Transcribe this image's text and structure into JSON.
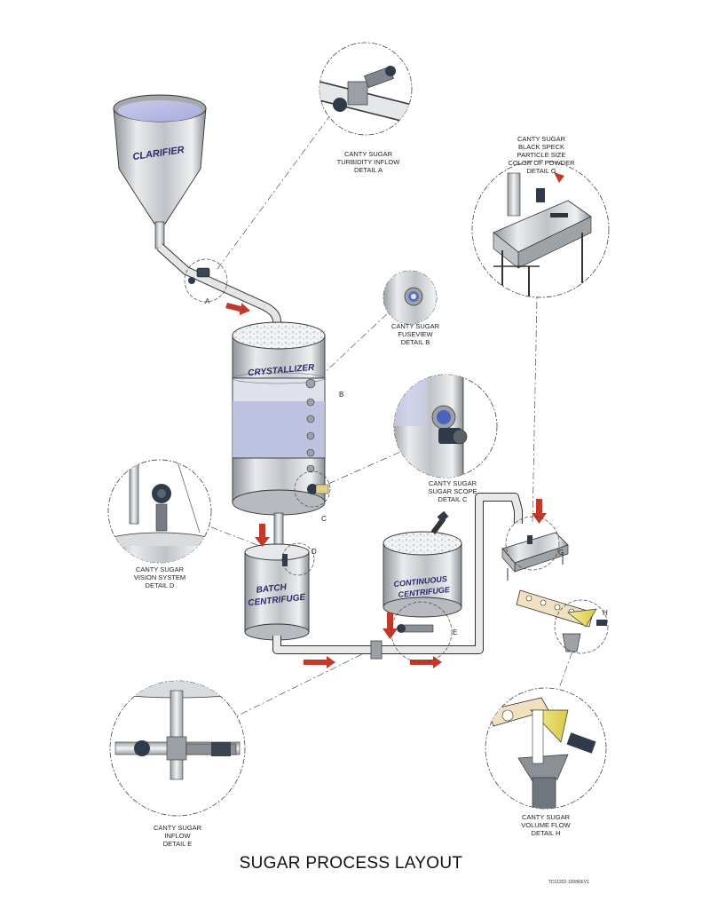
{
  "title": "SUGAR PROCESS LAYOUT",
  "document_number": "TD11202-1008REV1",
  "equipment": {
    "clarifier": "CLARIFIER",
    "crystallizer": "CRYSTALLIZER",
    "batch_centrifuge": [
      "BATCH",
      "CENTRIFUGE"
    ],
    "continuous_centrifuge": [
      "CONTINUOUS",
      "CENTRIFUGE"
    ]
  },
  "details": {
    "A": [
      "CANTY SUGAR",
      "TURBIDITY INFLOW",
      "DETAIL  A"
    ],
    "B": [
      "CANTY SUGAR",
      "FUSEVIEW",
      "DETAIL  B"
    ],
    "C": [
      "CANTY SUGAR",
      "SUGAR SCOPE",
      "DETAIL  C"
    ],
    "D": [
      "CANTY SUGAR",
      "VISION SYSTEM",
      "DETAIL  D"
    ],
    "E": [
      "CANTY SUGAR",
      "INFLOW",
      "DETAIL  E"
    ],
    "G": [
      "CANTY SUGAR",
      "BLACK SPECK",
      "PARTICLE SIZE",
      "COLOR OF POWDER",
      "DETAIL  G"
    ],
    "H": [
      "CANTY SUGAR",
      "VOLUME FLOW",
      "DETAIL  H"
    ]
  },
  "callout_letters": {
    "a": "A",
    "b": "B",
    "c": "C",
    "d": "D",
    "e": "E",
    "g": "G",
    "h": "H"
  },
  "colors": {
    "steel": "#c9ccd0",
    "liquid": "#b9bde8",
    "arrow": "#c0392b",
    "sensor": "#2f3a4a",
    "chute": "#efe07a"
  }
}
